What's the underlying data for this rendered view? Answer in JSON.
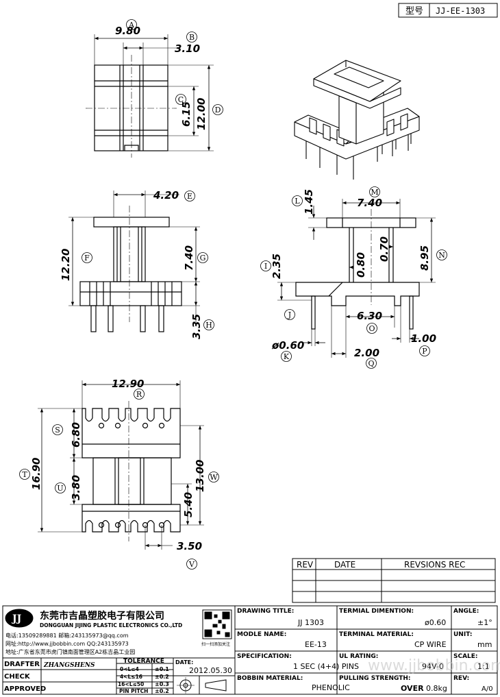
{
  "header": {
    "model_label": "型号",
    "model_value": "JJ-EE-1303"
  },
  "dims": {
    "A": "9.80",
    "B": "3.10",
    "C": "6.15",
    "D": "12.00",
    "E": "4.20",
    "F": "12.20",
    "G": "7.40",
    "H": "3.35",
    "L": "1.45",
    "M": "7.40",
    "I": "2.35",
    "v080": "0.80",
    "v070": "0.70",
    "N": "8.95",
    "O": "6.30",
    "K": "ø0.60",
    "Q": "2.00",
    "P": "1.00",
    "R": "12.90",
    "S": "6.80",
    "T": "16.90",
    "U": "3.80",
    "W": "13.00",
    "v540": "5.40",
    "V": "3.50"
  },
  "letters": [
    "A",
    "B",
    "C",
    "D",
    "E",
    "F",
    "G",
    "H",
    "I",
    "J",
    "K",
    "L",
    "M",
    "N",
    "O",
    "P",
    "Q",
    "R",
    "S",
    "T",
    "U",
    "V",
    "W"
  ],
  "rev_table": {
    "rev": "REV",
    "date": "DATE",
    "rec": "REVSIONS REC"
  },
  "company": {
    "logo": "JJ",
    "name_cn": "东莞市吉晶塑胶电子有限公司",
    "name_en": "DONGGUAN JIJING PLASTIC ELECTRONICS CO.,LTD",
    "tel": "电话:13509289881  邮箱:243135973@qq.com",
    "web": "网址:http://www.jjbobbin.com QQ:243135973",
    "addr": "地址:广东省东莞市虎门镇南面管理区A2栋吉晶工业园",
    "qr_caption": "扫一扫添加关注"
  },
  "title_block": {
    "drawing_title_label": "DRAWING TITLE:",
    "drawing_title": "JJ 1303",
    "terminal_dim_label": "TERMIAL DIMENTION:",
    "terminal_dim": "ø0.60",
    "angle_label": "ANGLE:",
    "angle": "±1°",
    "model_name_label": "MODLE NAME:",
    "model_name": "EE-13",
    "terminal_mat_label": "TERMINAL MATERIAL:",
    "terminal_mat": "CP WIRE",
    "unit_label": "UNIT:",
    "unit": "mm",
    "spec_label": "SPECIFICATION:",
    "spec": "1 SEC (4+4) PINS",
    "ul_label": "UL RATING:",
    "ul": "94V-0",
    "scale_label": "SCALE:",
    "scale": "1:1",
    "bobbin_mat_label": "BOBBIN  MATERIAL:",
    "bobbin_mat": "PHENOLIC",
    "pulling_label": "PULLING STRENGTH:",
    "pulling_over": "OVER",
    "pulling": "0.8kg",
    "rev_label": "REV:",
    "rev": "A/0",
    "drafter_label": "DRAFTER",
    "drafter": "ZHANGSHENS",
    "check_label": "CHECK",
    "approved_label": "APPROVED",
    "tolerance_label": "TOLERANCE",
    "tol": [
      [
        "0<L≤4",
        "±0.1"
      ],
      [
        "4<L≤16",
        "±0.2"
      ],
      [
        "16<L≤50",
        "±0.3"
      ],
      [
        "PIN PITCH",
        "±0.2"
      ]
    ],
    "date_label": "DATE:",
    "date": "2012.05.30"
  },
  "watermark": "www.jjbobbin.com"
}
